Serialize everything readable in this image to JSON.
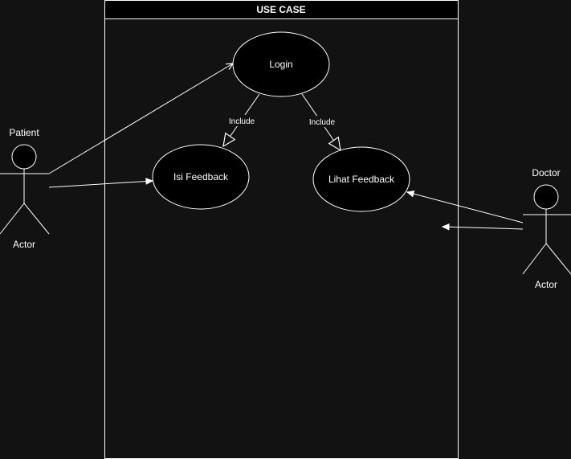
{
  "boundary": {
    "title": "USE CASE"
  },
  "use_cases": {
    "login": "Login",
    "isi_feedback": "Isi Feedback",
    "lihat_feedback": "Lihat Feedback"
  },
  "actors": {
    "patient": {
      "name": "Patient",
      "type_label": "Actor"
    },
    "doctor": {
      "name": "Doctor",
      "type_label": "Actor"
    }
  },
  "relations": {
    "include_left": "Include",
    "include_right": "Include"
  },
  "colors": {
    "background": "#121212",
    "shape_fill": "#000000",
    "stroke": "#ffffff",
    "text": "#ffffff"
  }
}
